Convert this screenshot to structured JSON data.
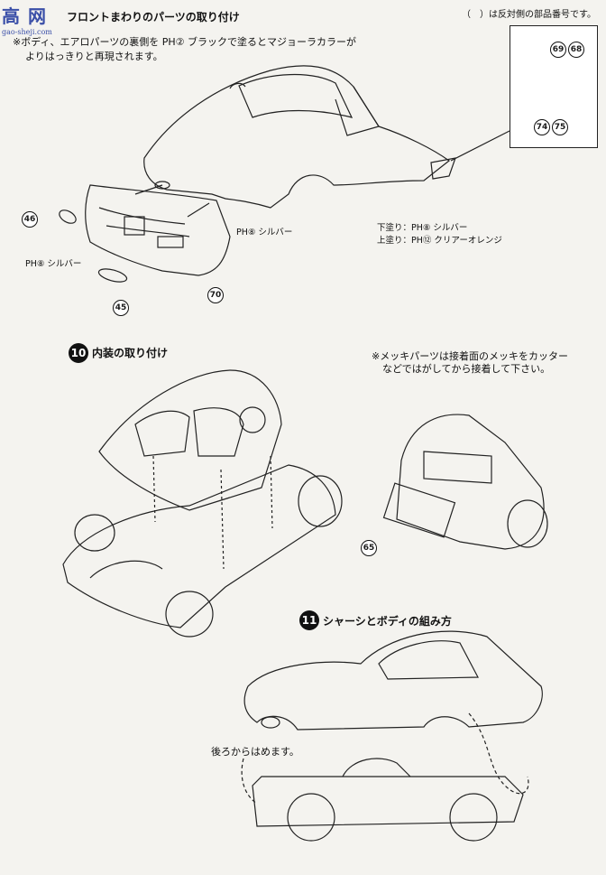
{
  "logo": {
    "text": "高 网",
    "url": "gao-sheji.com"
  },
  "header": {
    "section_title": "フロントまわりのパーツの取り付け",
    "note_right": "（　）は反対側の部品番号です。",
    "intro_line1": "※ボディ、エアロパーツの裏側を PH② ブラックで塗るとマジョーラカラーが",
    "intro_line2": "よりはっきりと再現されます。"
  },
  "step9": {
    "parts": [
      "46",
      "45",
      "70"
    ],
    "inset_parts": [
      "69",
      "68",
      "74",
      "75"
    ],
    "label_silver_upper": "PH⑧ シルバー",
    "label_silver_left": "PH⑧ シルバー",
    "paint_base": "下塗り：PH⑧ シルバー",
    "paint_top": "上塗り：PH⑫ クリアーオレンジ"
  },
  "step10": {
    "number": "10",
    "title": "内装の取り付け",
    "note_line1": "※メッキパーツは接着面のメッキをカッター",
    "note_line2": "などではがしてから接着して下さい。",
    "part": "65"
  },
  "step11": {
    "number": "11",
    "title": "シャーシとボディの組み方",
    "instruction": "後ろからはめます。"
  }
}
